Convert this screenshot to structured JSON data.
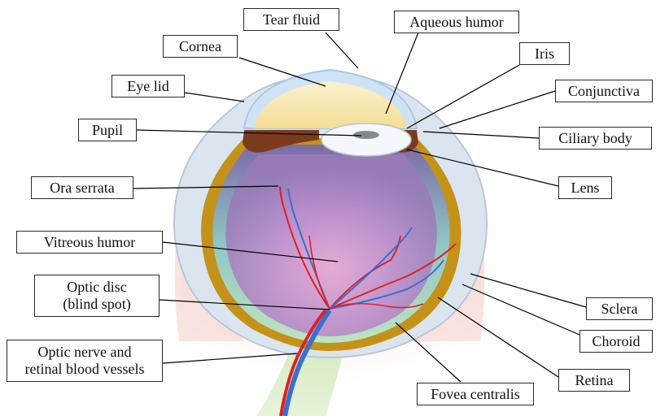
{
  "labels": {
    "tear_fluid": "Tear fluid",
    "aqueous_humor": "Aqueous humor",
    "cornea": "Cornea",
    "iris": "Iris",
    "eye_lid": "Eye lid",
    "conjunctiva": "Conjunctiva",
    "pupil": "Pupil",
    "ciliary_body": "Ciliary body",
    "ora_serrata": "Ora serrata",
    "lens": "Lens",
    "vitreous_humor": "Vitreous humor",
    "optic_disc_line1": "Optic disc",
    "optic_disc_line2": "(blind spot)",
    "sclera": "Sclera",
    "choroid": "Choroid",
    "optic_nerve_line1": "Optic nerve and",
    "optic_nerve_line2": "retinal blood vessels",
    "retina": "Retina",
    "fovea_centralis": "Fovea centralis"
  },
  "colors": {
    "sclera": "#c9d6e6",
    "choroid": "#b8860b",
    "retina": "#8fd0c4",
    "vitreous": "#c98ad0",
    "aqueous": "#f7e7b0",
    "cornea": "#cfe3f5",
    "eyelid": "#b05a7a",
    "artery": "#e02020",
    "vein": "#3a6fd0",
    "optic_nerve": "#cfe8b8"
  }
}
